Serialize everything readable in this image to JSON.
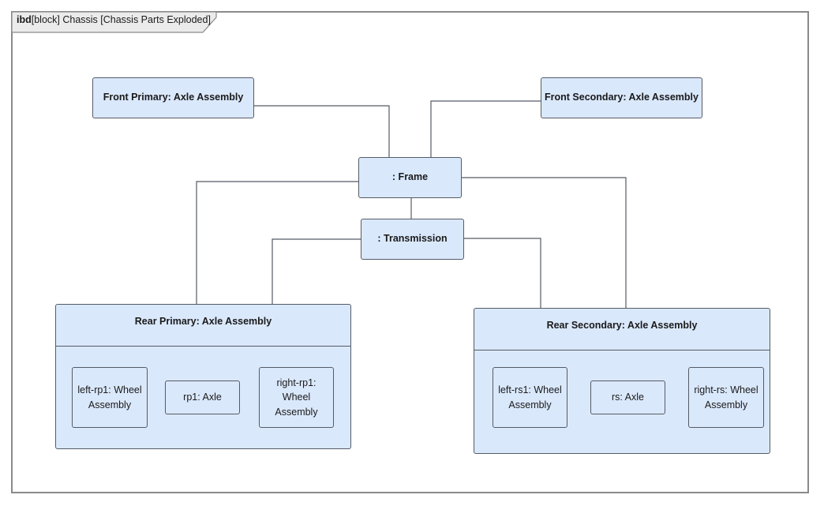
{
  "frame": {
    "kind": "ibd",
    "label": "[block] Chassis [Chassis Parts Exploded]"
  },
  "blocks": {
    "front_primary": "Front Primary: Axle Assembly",
    "front_secondary": "Front Secondary: Axle Assembly",
    "frame": ": Frame",
    "transmission": ": Transmission"
  },
  "rear_primary": {
    "title": "Rear Primary: Axle Assembly",
    "parts": {
      "left": "left-rp1: Wheel Assembly",
      "axle": "rp1: Axle",
      "right": "right-rp1: Wheel Assembly"
    }
  },
  "rear_secondary": {
    "title": "Rear Secondary: Axle Assembly",
    "parts": {
      "left": "left-rs1: Wheel Assembly",
      "axle": "rs: Axle",
      "right": "right-rs: Wheel Assembly"
    }
  },
  "colors": {
    "block_fill": "#dae8fc",
    "block_border": "#555b66",
    "connector": "#555b66",
    "frame_border": "#8a8a8a",
    "tab_fill": "#ebebeb"
  }
}
